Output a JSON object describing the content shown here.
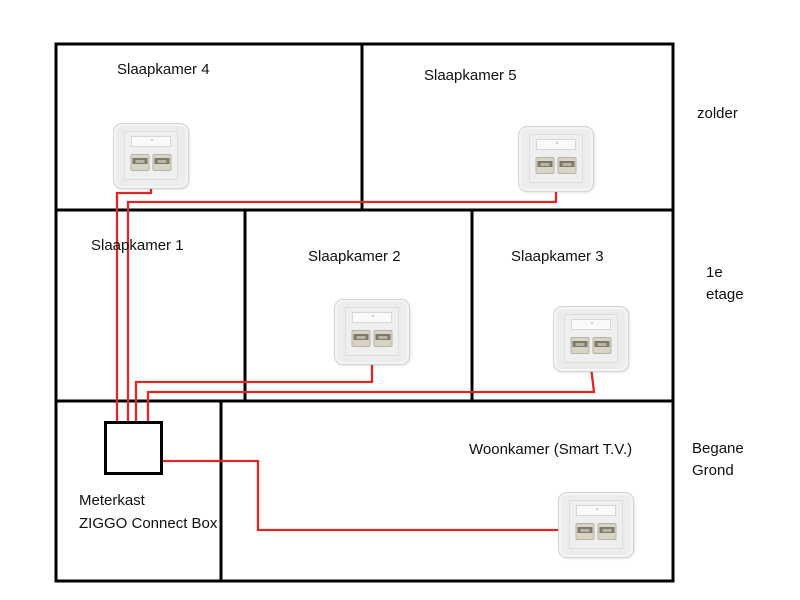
{
  "diagram": {
    "type": "home-network-cabling-diagram",
    "floor_labels": {
      "attic": "zolder",
      "first_floor": "1e etage",
      "ground_floor": "Begane Grond"
    },
    "room_labels": {
      "slaapkamer4": "Slaapkamer 4",
      "slaapkamer5": "Slaapkamer 5",
      "slaapkamer1": "Slaapkamer 1",
      "slaapkamer2": "Slaapkamer 2",
      "slaapkamer3": "Slaapkamer 3",
      "woonkamer": "Woonkamer (Smart T.V.)"
    },
    "equipment_labels": {
      "meterkast": "Meterkast",
      "connect_box": "ZIGGO Connect Box"
    },
    "icons": {
      "outlet": "ethernet-wall-outlet-icon",
      "meterkast_box": "connect-box-icon"
    },
    "colors": {
      "cable": "#df2826",
      "wall": "#000000",
      "outlet_plate": "#ececec"
    },
    "cable_runs": [
      "Meterkast -> Slaapkamer 4",
      "Meterkast -> Slaapkamer 5",
      "Meterkast -> Slaapkamer 2",
      "Meterkast -> Slaapkamer 3",
      "Meterkast -> Woonkamer (Smart T.V.)"
    ]
  }
}
